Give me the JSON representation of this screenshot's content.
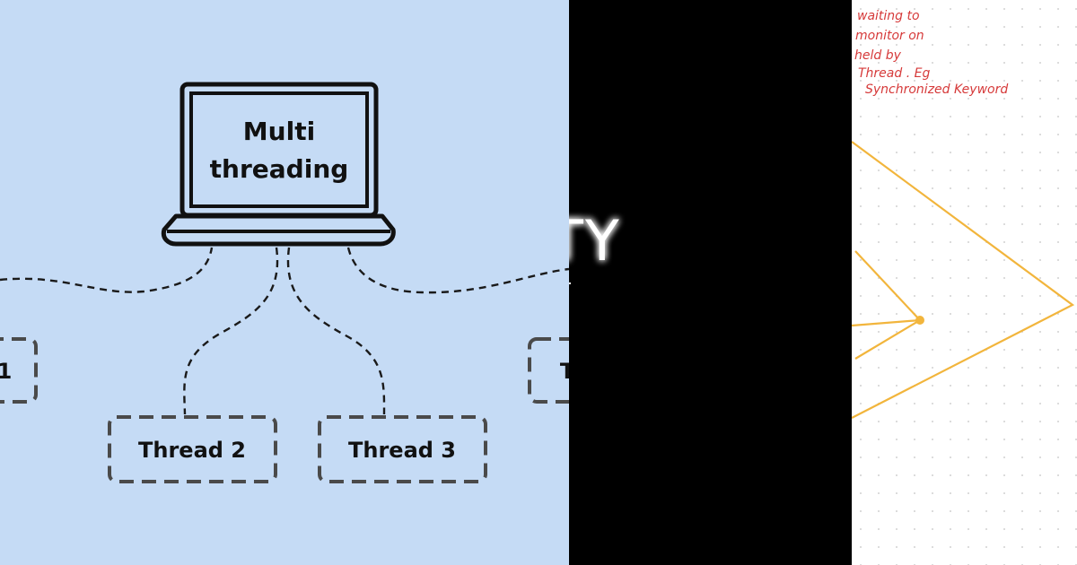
{
  "left": {
    "laptop_line1": "Multi",
    "laptop_line2": "threading",
    "thread_left": "1",
    "thread_2": "Thread 2",
    "thread_3": "Thread 3",
    "thread_right": "T"
  },
  "middle": {
    "glow_text": "TY"
  },
  "right": {
    "note_lines": [
      "waiting to",
      "monitor on",
      "held by",
      "Thread . Eg",
      "Synchronized Keyword"
    ]
  },
  "colors": {
    "left_bg": "#c5dbf5",
    "mid_bg": "#000000",
    "note_red": "#d63a3a",
    "diagram_yellow": "#f2b53c"
  }
}
